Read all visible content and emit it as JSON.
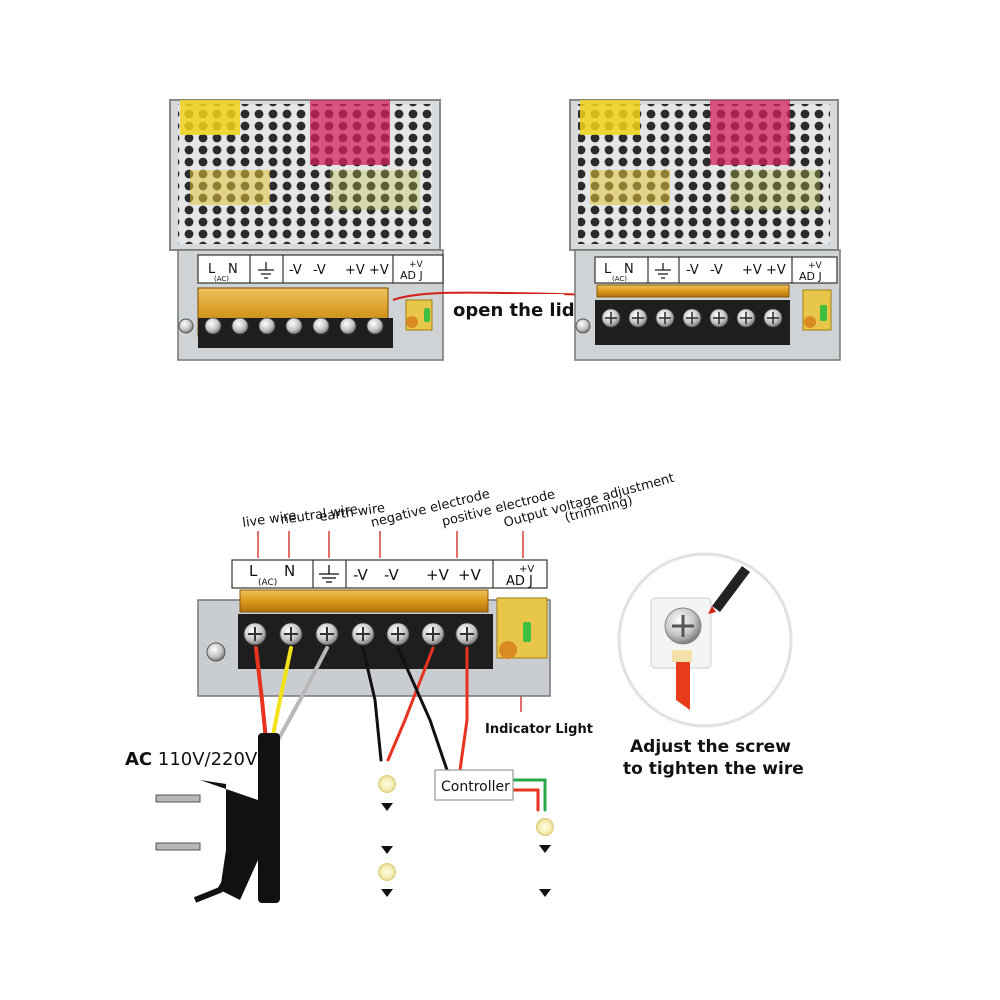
{
  "top": {
    "terminal_labels": {
      "l": "L",
      "n": "N",
      "ac": "(AC)",
      "neg1": "-V",
      "neg2": "-V",
      "pos1": "+V",
      "pos2": "+V",
      "adj_top": "+V",
      "adj_bottom": "AD J"
    },
    "open_lid": "open the lid"
  },
  "bottom": {
    "terminal_labels": {
      "l": "L",
      "n": "N",
      "ac": "(AC)",
      "neg1": "-V",
      "neg2": "-V",
      "pos1": "+V",
      "pos2": "+V",
      "adj_top": "+V",
      "adj_bottom": "AD J"
    },
    "callouts": {
      "live": "live wire",
      "neutral": "neutral wire",
      "earth": "earth wire",
      "negative": "negative electrode",
      "positive": "positive electrode",
      "adjust": "Output voltage adjustment",
      "trimming": "(trimming)"
    },
    "indicator": "Indicator Light",
    "ac_prefix": "AC",
    "ac_voltage": "110V/220V",
    "controller": "Controller",
    "screw_line1": "Adjust the screw",
    "screw_line2": "to tighten the wire"
  },
  "colors": {
    "amber_cover": "#d99a1a",
    "red_wire": "#e8331f",
    "yellow_wire": "#f2e21a",
    "grey_wire": "#b8b8b8",
    "green_wire": "#2aa845",
    "metal": "#c9cdd1"
  }
}
